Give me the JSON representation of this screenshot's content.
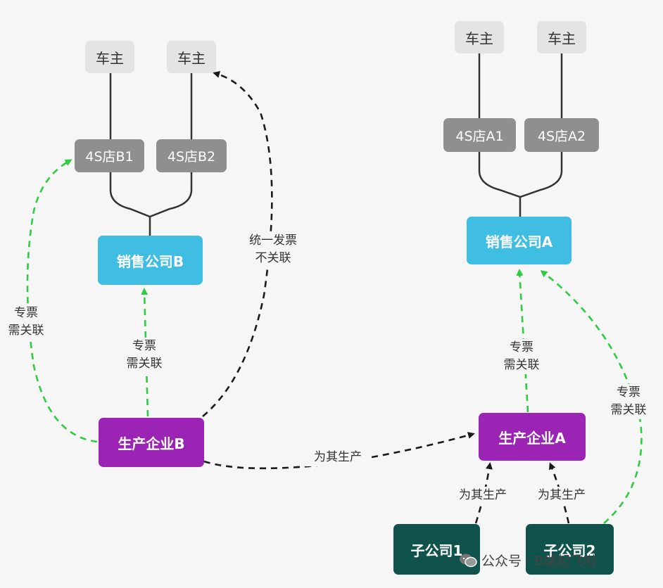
{
  "nodes": {
    "owner_b1": "车主",
    "owner_b2": "车主",
    "owner_a1": "车主",
    "owner_a2": "车主",
    "store_b1": "4S店B1",
    "store_b2": "4S店B2",
    "store_a1": "4S店A1",
    "store_a2": "4S店A2",
    "sales_b": "销售公司B",
    "sales_a": "销售公司A",
    "prod_b": "生产企业B",
    "prod_a": "生产企业A",
    "sub_1": "子公司1",
    "sub_2": "子公司2"
  },
  "labels": {
    "prod_b_to_store_b1_l1": "专票",
    "prod_b_to_store_b1_l2": "需关联",
    "prod_b_to_sales_b_l1": "专票",
    "prod_b_to_sales_b_l2": "需关联",
    "prod_b_to_owner_l1": "统一发票",
    "prod_b_to_owner_l2": "不关联",
    "prod_b_to_prod_a": "为其生产",
    "prod_a_to_sales_a_l1": "专票",
    "prod_a_to_sales_a_l2": "需关联",
    "sub2_to_sales_a_l1": "专票",
    "sub2_to_sales_a_l2": "需关联",
    "sub1_to_prod_a": "为其生产",
    "sub2_to_prod_a": "为其生产"
  },
  "watermark": {
    "icon": "wechat-icon",
    "text": "公众号 · B端起飞啦"
  },
  "colors": {
    "invoice_linked": "#2ecc40",
    "not_linked": "#1a1a1a",
    "sales": "#3fbde3",
    "production": "#9b24b5",
    "subsidiary": "#10534d",
    "store": "#8f8f8f",
    "owner": "#e4e4e4"
  }
}
